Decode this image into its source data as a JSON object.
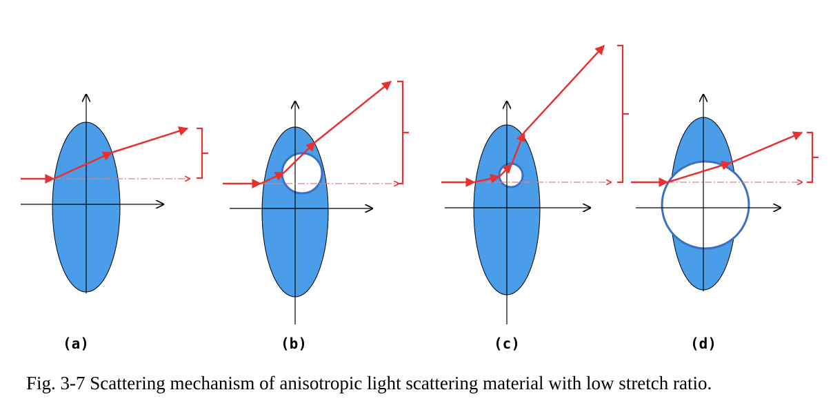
{
  "panels": [
    {
      "label": "(a)"
    },
    {
      "label": "(b)"
    },
    {
      "label": "(c)"
    },
    {
      "label": "(d)"
    }
  ],
  "caption": "Fig. 3-7 Scattering mechanism of anisotropic light scattering material with low stretch ratio.",
  "colors": {
    "ellipse_fill": "#4a9de8",
    "ellipse_stroke": "#000000",
    "void_stroke": "#3a70c0",
    "ray": "#e83030",
    "axis": "#000000"
  }
}
